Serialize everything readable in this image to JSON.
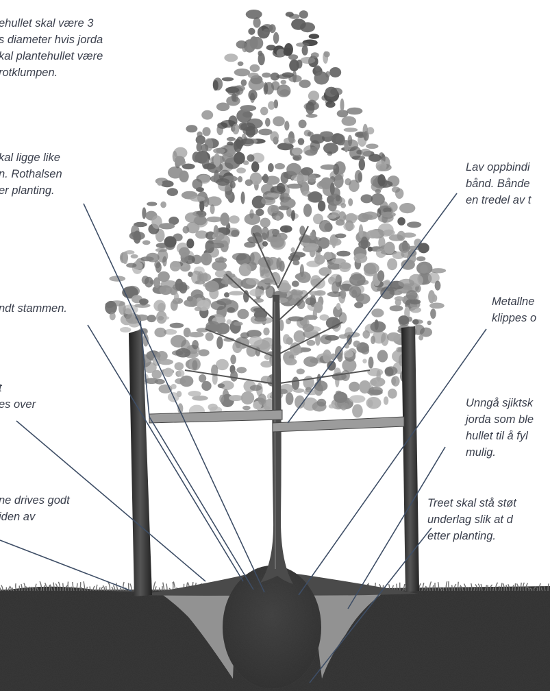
{
  "annotations": {
    "planting_hole": {
      "lines": [
        "ehullet skal være 3",
        "s diameter hvis jorda",
        "kal plantehullet være",
        "rotklumpen."
      ]
    },
    "root_collar": {
      "lines": [
        "kal ligge like",
        "n. Rothalsen",
        "er planting."
      ]
    },
    "around_stem": {
      "lines": [
        "ndt stammen."
      ]
    },
    "mulch": {
      "lines": [
        "t",
        "es over"
      ]
    },
    "stakes": {
      "lines": [
        "ne drives godt",
        "iden av"
      ]
    },
    "tie_bands": {
      "lines": [
        "Lav oppbindi",
        "bånd. Bånde",
        "en tredel av t"
      ]
    },
    "metal_net": {
      "lines": [
        "Metallne",
        "klippes o"
      ]
    },
    "soil_layers": {
      "lines": [
        "Unngå sjiktsk",
        "jorda som ble",
        "hullet til å fyl",
        "mulig."
      ]
    },
    "firm_base": {
      "lines": [
        "Treet skal stå støt",
        "underlag slik at d",
        "etter planting."
      ]
    }
  },
  "colors": {
    "label_text": "#3a3f4c",
    "leader_line": "#3e4e66",
    "soil": "#2f2f2f",
    "rootball": "#3a3a3a",
    "backfill": "#9a9a9a",
    "stake": "#2b2b2b",
    "band": "#9c9c9c"
  }
}
